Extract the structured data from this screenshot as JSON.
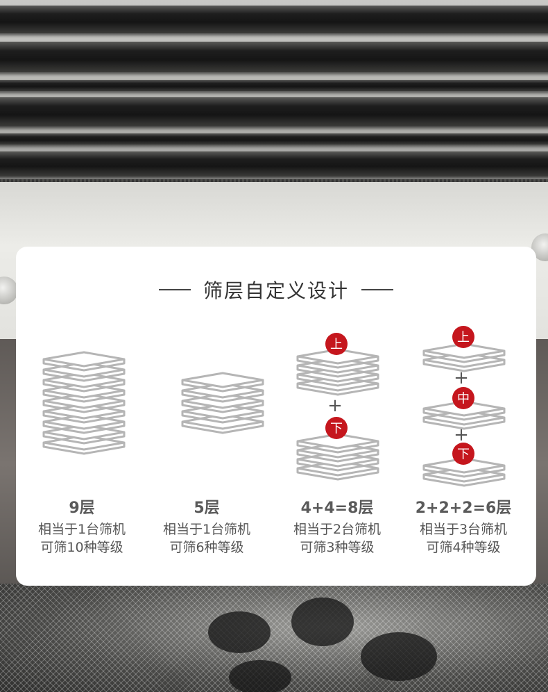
{
  "header": {
    "title": "筛层自定义设计"
  },
  "options": [
    {
      "count": "9层",
      "line1": "相当于1台筛机",
      "line2": "可筛10种等级"
    },
    {
      "count": "5层",
      "line1": "相当于1台筛机",
      "line2": "可筛6种等级"
    },
    {
      "count": "4+4=8层",
      "line1": "相当于2台筛机",
      "line2": "可筛3种等级"
    },
    {
      "count": "2+2+2=6层",
      "line1": "相当于3台筛机",
      "line2": "可筛4种等级"
    }
  ],
  "badges": {
    "top": "上",
    "middle": "中",
    "bottom": "下"
  },
  "plus_sign": "+",
  "colors": {
    "accent": "#c5161d",
    "layer_stroke": "#b5b5b5",
    "card": "#ffffff"
  }
}
